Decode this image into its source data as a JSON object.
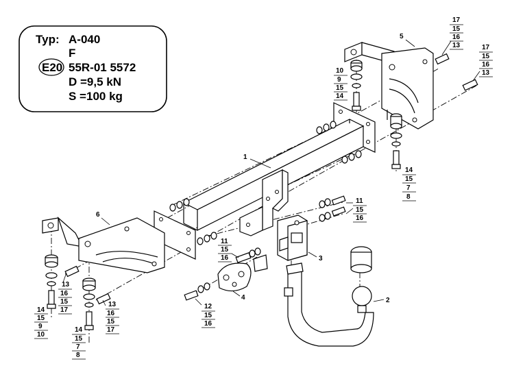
{
  "info_box": {
    "type_label": "Typ:",
    "type_value": "A-040",
    "class_value": "F",
    "approval_mark": "E20",
    "approval_number": "55R-01 5572",
    "d_value": "D =9,5 kN",
    "s_value": "S =100 kg"
  },
  "parts": {
    "crossbar": "1",
    "ball": "2",
    "socket": "3",
    "plate": "4",
    "bracket_right": "5",
    "bracket_left": "6"
  },
  "callouts": {
    "top_right_bolt_a": [
      "17",
      "15",
      "16",
      "13"
    ],
    "top_right_bolt_b": [
      "17",
      "15",
      "16",
      "13"
    ],
    "upper_mid_stack": [
      "10",
      "9",
      "15",
      "14"
    ],
    "right_lower_stack": [
      "14",
      "15",
      "7",
      "8"
    ],
    "mid_bolts": [
      "11",
      "15",
      "16"
    ],
    "socket_bolts": [
      "11",
      "15",
      "16"
    ],
    "plate_bolt": [
      "12",
      "15",
      "16"
    ],
    "left_bolt_a": [
      "13",
      "16",
      "15",
      "17"
    ],
    "left_stack_a": [
      "14",
      "15",
      "9",
      "10"
    ],
    "left_bolt_b": [
      "13",
      "16",
      "15",
      "17"
    ],
    "left_stack_b": [
      "14",
      "15",
      "7",
      "8"
    ]
  }
}
